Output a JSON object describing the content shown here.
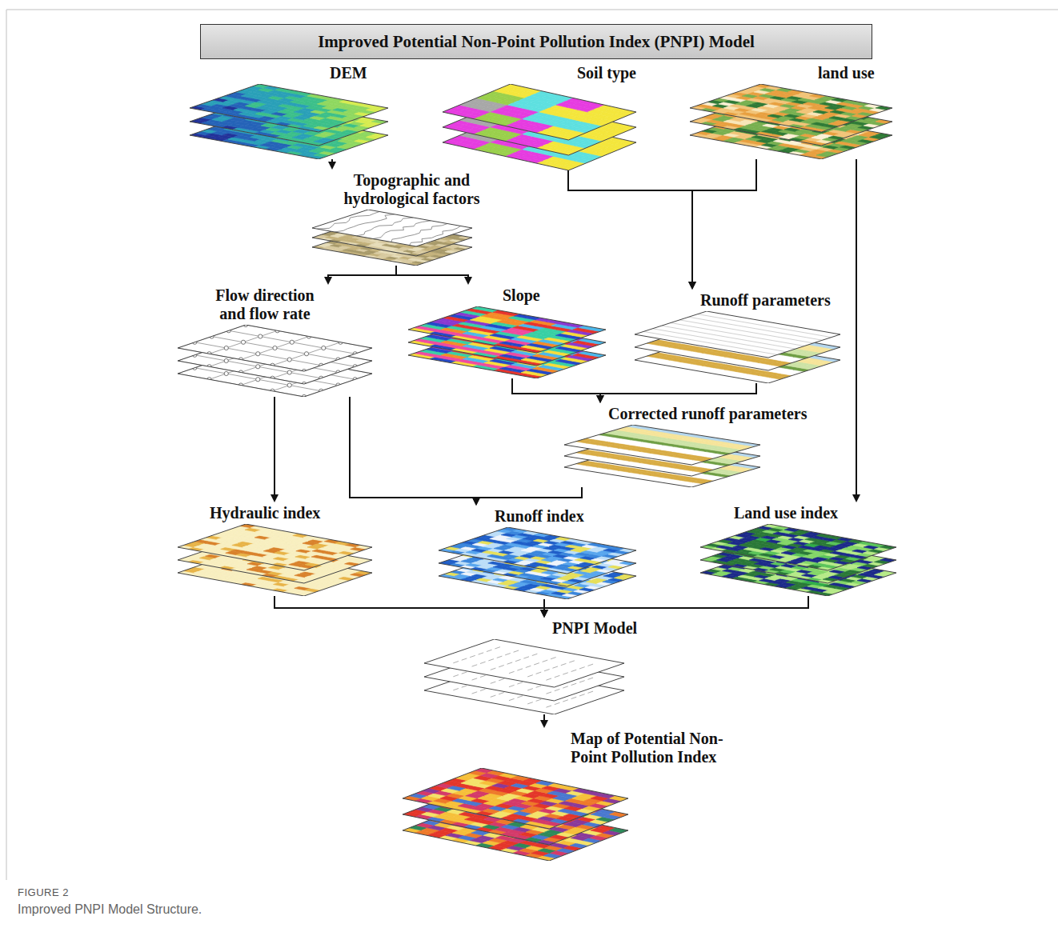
{
  "diagram": {
    "title": "Improved Potential Non-Point Pollution Index (PNPI) Model",
    "caption": "Improved PNPI Model Structure.",
    "nodes": [
      {
        "text": [
          "DEM"
        ]
      },
      {
        "text": [
          "Soil type"
        ]
      },
      {
        "text": [
          "land use"
        ]
      },
      {
        "text": [
          "Topographic and hydrological factors"
        ]
      },
      {
        "text": [
          "Flow direction and flow rate"
        ]
      },
      {
        "text": [
          "Slope"
        ]
      },
      {
        "text": [
          "Runoff parameters"
        ]
      },
      {
        "text": [
          "Corrected runoff parameters"
        ]
      },
      {
        "text": [
          "Hydraulic index"
        ]
      },
      {
        "text": [
          "Runoff index"
        ]
      },
      {
        "text": [
          "Land use index"
        ]
      },
      {
        "text": [
          "PNPI Model"
        ]
      },
      {
        "text": [
          "Map of Potential Non-Point Pollution Index"
        ]
      }
    ],
    "edges": [
      {
        "from": 0,
        "to": 3,
        "arrow": "to"
      },
      {
        "from": 3,
        "to": 4,
        "arrow": "to"
      },
      {
        "from": 3,
        "to": 5,
        "arrow": "to"
      },
      {
        "from": 1,
        "to": 6,
        "arrow": "to"
      },
      {
        "from": 2,
        "to": 6,
        "arrow": "to"
      },
      {
        "from": 2,
        "to": 10,
        "arrow": "to"
      },
      {
        "from": 5,
        "to": 7,
        "arrow": "to"
      },
      {
        "from": 6,
        "to": 7,
        "arrow": "to"
      },
      {
        "from": 4,
        "to": 8,
        "arrow": "to"
      },
      {
        "from": 4,
        "to": 9,
        "arrow": "to"
      },
      {
        "from": 7,
        "to": 9,
        "arrow": "to"
      },
      {
        "from": 8,
        "to": 11,
        "arrow": "to"
      },
      {
        "from": 9,
        "to": 11,
        "arrow": "to"
      },
      {
        "from": 10,
        "to": 11,
        "arrow": "to"
      },
      {
        "from": 11,
        "to": 12,
        "arrow": "to"
      }
    ],
    "labels": [
      "FIGURE 2"
    ]
  }
}
